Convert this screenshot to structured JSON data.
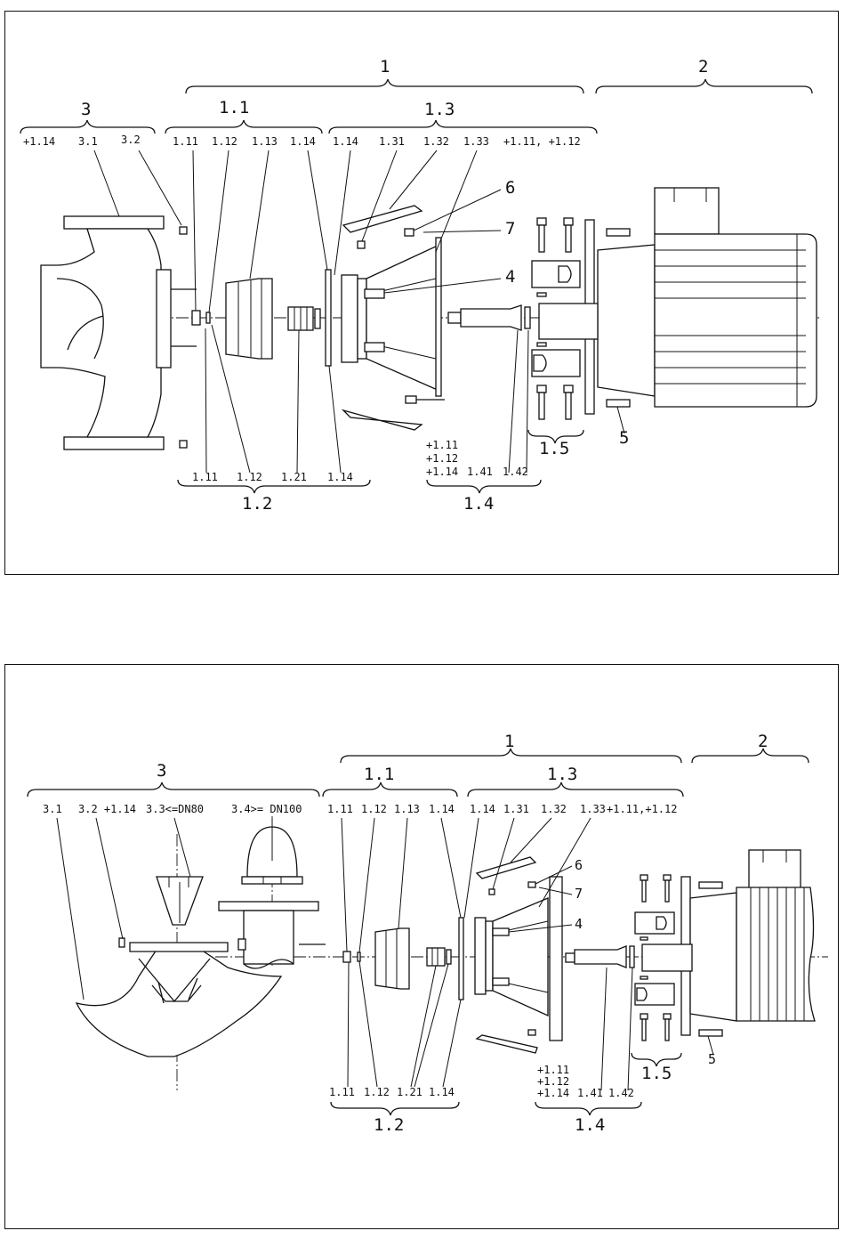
{
  "top_diagram": {
    "group_labels": {
      "g1": "1",
      "g2": "2",
      "g3": "3",
      "g1_1": "1.1",
      "g1_3": "1.3",
      "g1_2": "1.2",
      "g1_4": "1.4",
      "g1_5": "1.5"
    },
    "callouts_top": {
      "c_plus114": "+1.14",
      "c_31": "3.1",
      "c_32": "3.2",
      "c_111": "1.11",
      "c_112": "1.12",
      "c_113": "1.13",
      "c_114a": "1.14",
      "c_114b": "1.14",
      "c_131": "1.31",
      "c_132": "1.32",
      "c_133": "1.33",
      "c_plus111_112": "+1.11, +1.12"
    },
    "callouts_side": {
      "c_6": "6",
      "c_7": "7",
      "c_4": "4",
      "c_5": "5"
    },
    "callouts_bottom": {
      "c_111": "1.11",
      "c_112": "1.12",
      "c_121": "1.21",
      "c_114": "1.14",
      "c_p111": "+1.11",
      "c_p112": "+1.12",
      "c_p114": "+1.14",
      "c_141": "1.41",
      "c_142": "1.42"
    }
  },
  "bottom_diagram": {
    "group_labels": {
      "g1": "1",
      "g2": "2",
      "g3": "3",
      "g1_1": "1.1",
      "g1_3": "1.3",
      "g1_2": "1.2",
      "g1_4": "1.4",
      "g1_5": "1.5"
    },
    "callouts_top": {
      "c_31": "3.1",
      "c_32": "3.2 +1.14",
      "c_33": "3.3<=DN80",
      "c_34": "3.4>= DN100",
      "c_111": "1.11",
      "c_112": "1.12",
      "c_113": "1.13",
      "c_114a": "1.14",
      "c_114b": "1.14",
      "c_131": "1.31",
      "c_132": "1.32",
      "c_133": "1.33",
      "c_plus": "+1.11,+1.12"
    },
    "callouts_side": {
      "c_6": "6",
      "c_7": "7",
      "c_4": "4",
      "c_5": "5"
    },
    "callouts_bottom": {
      "c_111": "1.11",
      "c_112": "1.12",
      "c_121": "1.21",
      "c_114": "1.14",
      "c_p111": "+1.11",
      "c_p112": "+1.12",
      "c_p114": "+1.14",
      "c_141": "1.41",
      "c_142": "1.42"
    }
  }
}
